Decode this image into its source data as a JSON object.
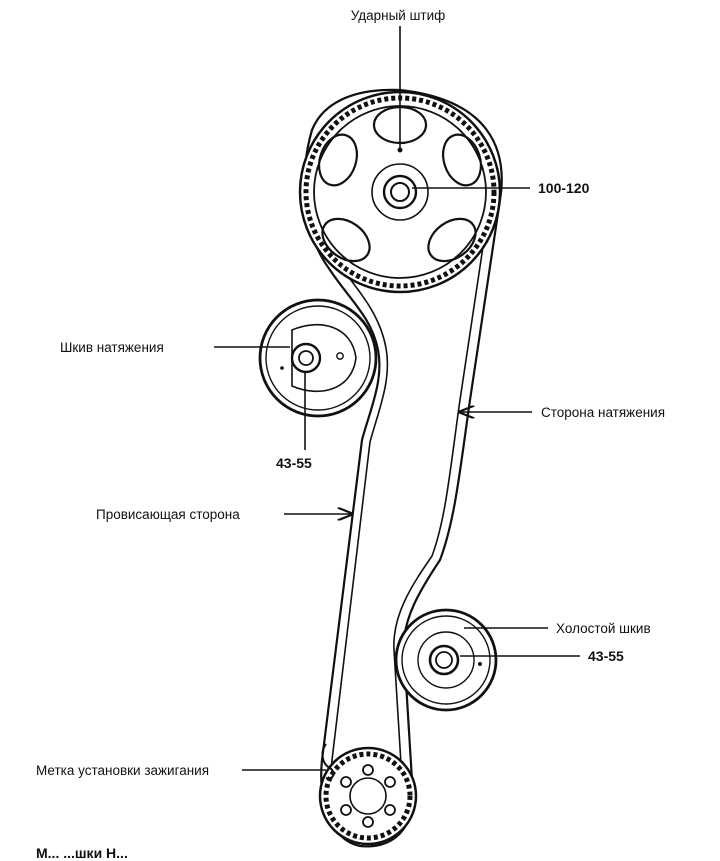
{
  "labels": {
    "striker_pin": "Ударный штиф",
    "cam_torque": "100-120",
    "tensioner_pulley": "Шкив натяжения",
    "tensioner_torque": "43-55",
    "tension_side": "Сторона натяжения",
    "slack_side": "Провисающая сторона",
    "idler_pulley": "Холостой шкив",
    "idler_torque": "43-55",
    "timing_mark": "Метка установки зажигания",
    "cut_off_caption": "М... ...шки Н..."
  }
}
